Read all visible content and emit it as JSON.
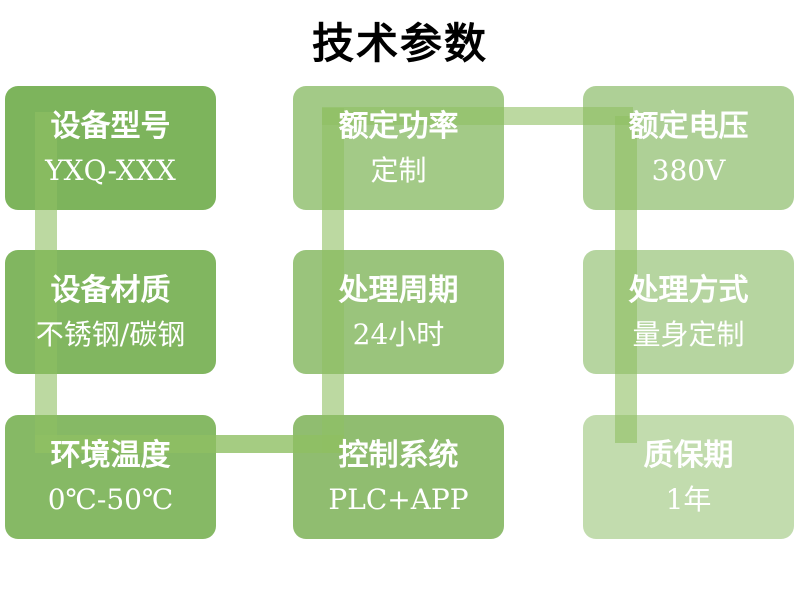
{
  "slide": {
    "title": "技术参数"
  },
  "palette": {
    "background": "#ffffff",
    "title_color": "#000000",
    "box_text_color": "#ffffff",
    "connector_soft": "rgba(143,191,99,0.6)",
    "connector_strong": "rgba(143,191,99,0.8)"
  },
  "cells": [
    {
      "title": "设备型号",
      "value": "YXQ-XXX",
      "bg": "#7db45c"
    },
    {
      "title": "额定功率",
      "value": "定制",
      "bg": "#a3ca87"
    },
    {
      "title": "额定电压",
      "value": "380V",
      "bg": "#aed096"
    },
    {
      "title": "设备材质",
      "value": "不锈钢/碳钢",
      "bg": "#81b660"
    },
    {
      "title": "处理周期",
      "value": "24小时",
      "bg": "#9ac47c"
    },
    {
      "title": "处理方式",
      "value": "量身定制",
      "bg": "#b6d5a0"
    },
    {
      "title": "环境温度",
      "value": "0℃-50℃",
      "bg": "#86b965"
    },
    {
      "title": "控制系统",
      "value": "PLC+APP",
      "bg": "#90bd70"
    },
    {
      "title": "质保期",
      "value": "1年",
      "bg": "#c2dcae"
    }
  ]
}
